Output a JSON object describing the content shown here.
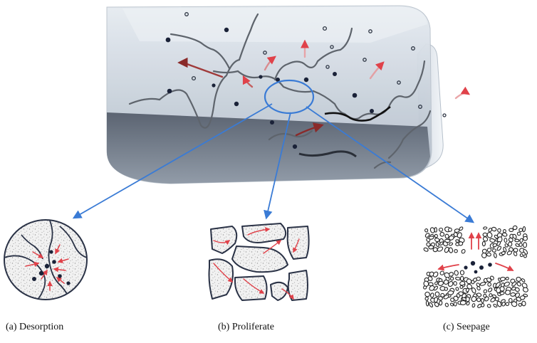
{
  "figure": {
    "panels": [
      {
        "id": "a",
        "caption": "(a) Desorption"
      },
      {
        "id": "b",
        "caption": "(b) Proliferate"
      },
      {
        "id": "c",
        "caption": "(c) Seepage"
      }
    ]
  },
  "colors": {
    "block_face": "#c9d2dc",
    "block_top": "#dde4ec",
    "block_floor": "#6f7a88",
    "fracture_line": "#5e646c",
    "focus_circle": "#3a7bd5",
    "callout_arrow": "#3a7bd5",
    "flow_arrow": "#e0424a",
    "gas_particle": "#1a2238",
    "grain_outline": "#222222"
  }
}
